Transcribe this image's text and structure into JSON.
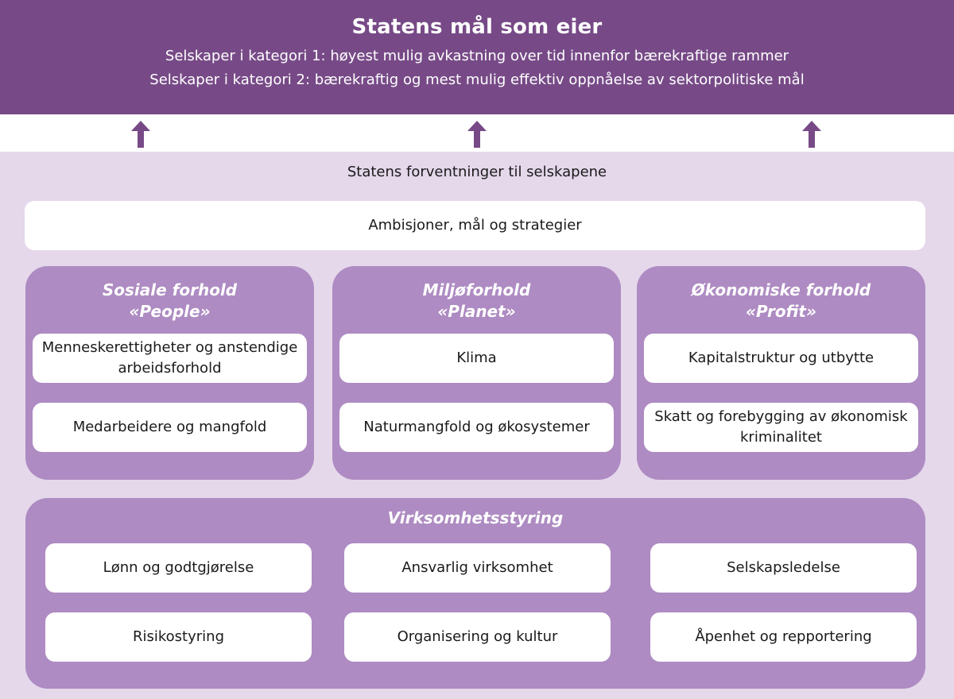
{
  "header": {
    "title": "Statens mål som eier",
    "line1": "Selskaper i kategori 1: høyest mulig avkastning over tid innenfor bærekraftige rammer",
    "line2": "Selskaper i kategori 2: bærekraftig og mest mulig effektiv oppnåelse av sektorpolitiske mål"
  },
  "arrows": {
    "count": 3,
    "icon": "arrow-up-icon"
  },
  "main": {
    "subtitle": "Statens forventninger til selskapene",
    "ambitions": "Ambisjoner, mål og strategier",
    "pillars": [
      {
        "title_line1": "Sosiale forhold",
        "title_line2": "«People»",
        "items": [
          "Menneskerettigheter og anstendige arbeidsforhold",
          "Medarbeidere og mangfold"
        ]
      },
      {
        "title_line1": "Miljøforhold",
        "title_line2": "«Planet»",
        "items": [
          "Klima",
          "Naturmangfold og økosystemer"
        ]
      },
      {
        "title_line1": "Økonomiske forhold",
        "title_line2": "«Profit»",
        "items": [
          "Kapitalstruktur og utbytte",
          "Skatt og forebygging av økonomisk kriminalitet"
        ]
      }
    ],
    "governance": {
      "title": "Virksomhetsstyring",
      "items": [
        "Lønn og godtgjørelse",
        "Ansvarlig virksomhet",
        "Selskapsledelse",
        "Risikostyring",
        "Organisering og kultur",
        "Åpenhet og repportering"
      ]
    }
  },
  "colors": {
    "header_bg": "#774a87",
    "main_bg": "#e5d8eb",
    "pillar_bg": "#ae8bc2",
    "box_bg": "#ffffff",
    "arrow": "#774a87"
  }
}
